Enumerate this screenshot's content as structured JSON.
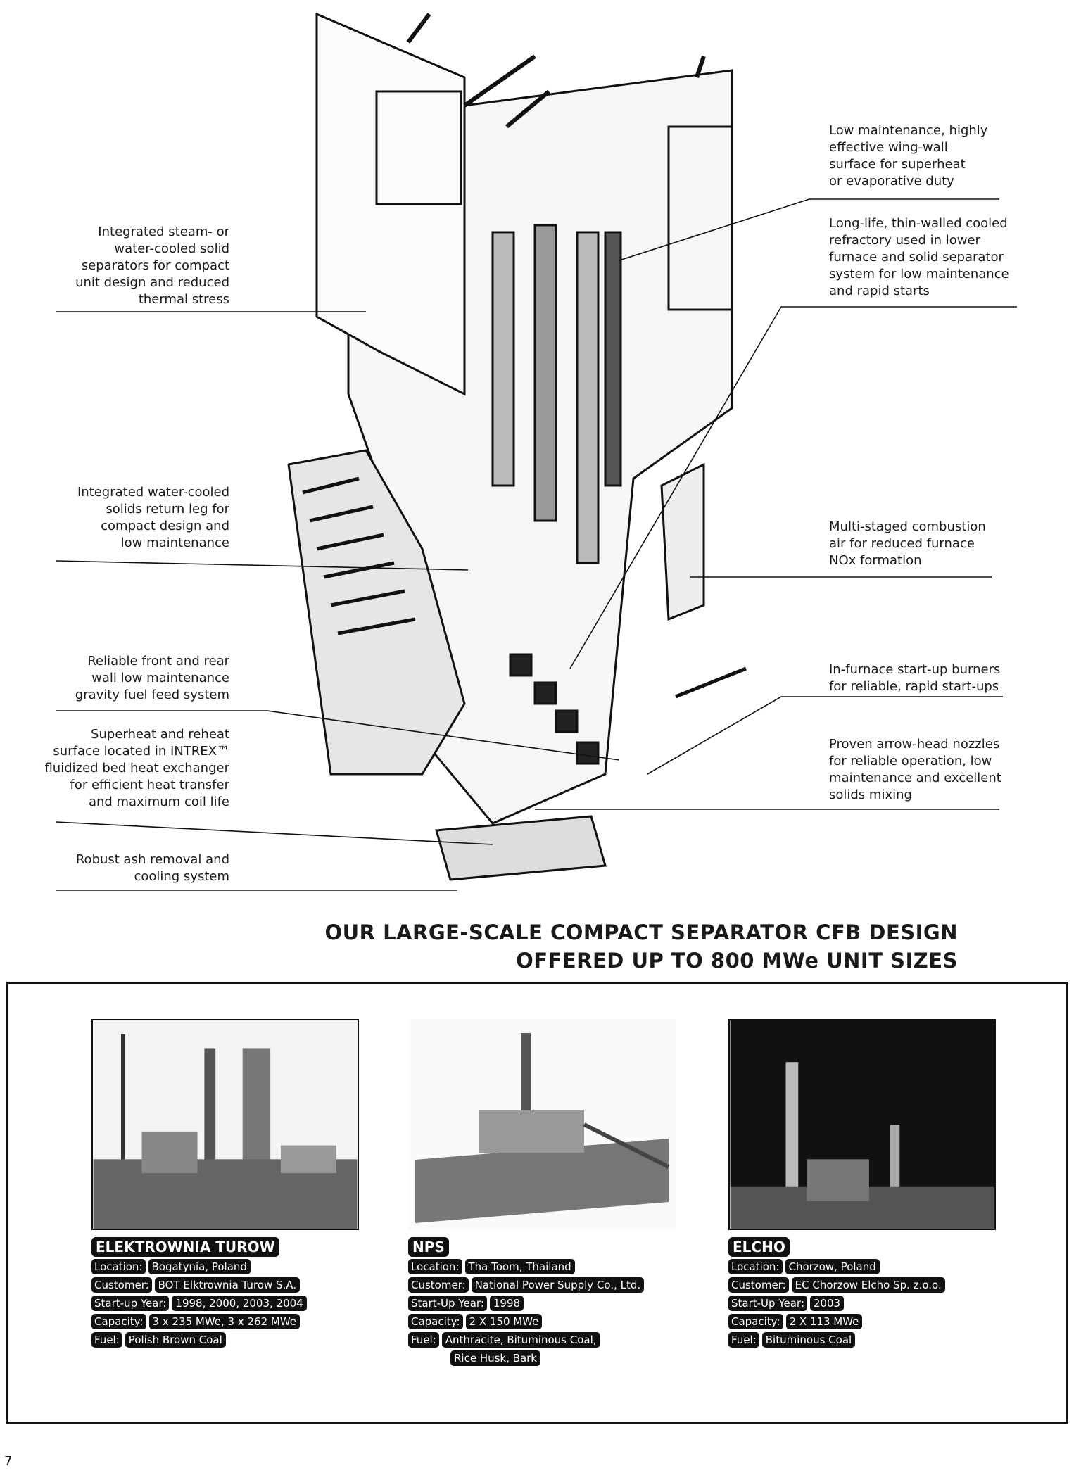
{
  "callouts": {
    "left": [
      {
        "lines": [
          "Integrated steam- or",
          "water-cooled solid",
          "separators for compact",
          "unit design and reduced",
          "thermal stress"
        ]
      },
      {
        "lines": [
          "Integrated water-cooled",
          "solids return leg for",
          "compact design and",
          "low maintenance"
        ]
      },
      {
        "lines": [
          "Reliable front and rear",
          "wall low maintenance",
          "gravity fuel feed system"
        ]
      },
      {
        "lines": [
          "Superheat and reheat",
          "surface located in INTREX™",
          "fluidized bed heat exchanger",
          "for efficient heat transfer",
          "and maximum coil life"
        ]
      },
      {
        "lines": [
          "Robust ash removal and",
          "cooling system"
        ]
      }
    ],
    "right": [
      {
        "lines": [
          "Low maintenance, highly",
          "effective wing-wall",
          "surface for superheat",
          "or evaporative duty"
        ]
      },
      {
        "lines": [
          "Long-life, thin-walled cooled",
          "refractory used in lower",
          "furnace and solid separator",
          "system for low maintenance",
          "and rapid starts"
        ]
      },
      {
        "lines": [
          "Multi-staged combustion",
          "air for reduced furnace",
          "NOx formation"
        ]
      },
      {
        "lines": [
          "In-furnace start-up burners",
          "for reliable, rapid start-ups"
        ]
      },
      {
        "lines": [
          "Proven arrow-head nozzles",
          "for reliable operation, low",
          "maintenance and excellent",
          "solids mixing"
        ]
      }
    ]
  },
  "title": {
    "line1": "OUR LARGE-SCALE COMPACT SEPARATOR CFB DESIGN",
    "line2": "OFFERED UP TO 800 MWe UNIT SIZES"
  },
  "plants": [
    {
      "name": "ELEKTROWNIA TUROW",
      "location_label": "Location:",
      "location": "Bogatynia, Poland",
      "customer_label": "Customer:",
      "customer": "BOT Elktrownia Turow S.A.",
      "startup_label": "Start-up Year:",
      "startup": "1998, 2000, 2003, 2004",
      "capacity_label": "Capacity:",
      "capacity": "3 x 235 MWe, 3 x 262 MWe",
      "fuel_label": "Fuel:",
      "fuel": "Polish Brown Coal",
      "fuel2": ""
    },
    {
      "name": "NPS",
      "location_label": "Location:",
      "location": "Tha Toom, Thailand",
      "customer_label": "Customer:",
      "customer": "National Power Supply Co., Ltd.",
      "startup_label": "Start-Up Year:",
      "startup": "1998",
      "capacity_label": "Capacity:",
      "capacity": "2 X 150 MWe",
      "fuel_label": "Fuel:",
      "fuel": "Anthracite, Bituminous Coal,",
      "fuel2": "Rice Husk, Bark"
    },
    {
      "name": "ELCHO",
      "location_label": "Location:",
      "location": "Chorzow, Poland",
      "customer_label": "Customer:",
      "customer": "EC Chorzow Elcho Sp. z.o.o.",
      "startup_label": "Start-Up Year:",
      "startup": "2003",
      "capacity_label": "Capacity:",
      "capacity": "2 X 113 MWe",
      "fuel_label": "Fuel:",
      "fuel": "Bituminous Coal",
      "fuel2": ""
    }
  ],
  "page_number": "7"
}
